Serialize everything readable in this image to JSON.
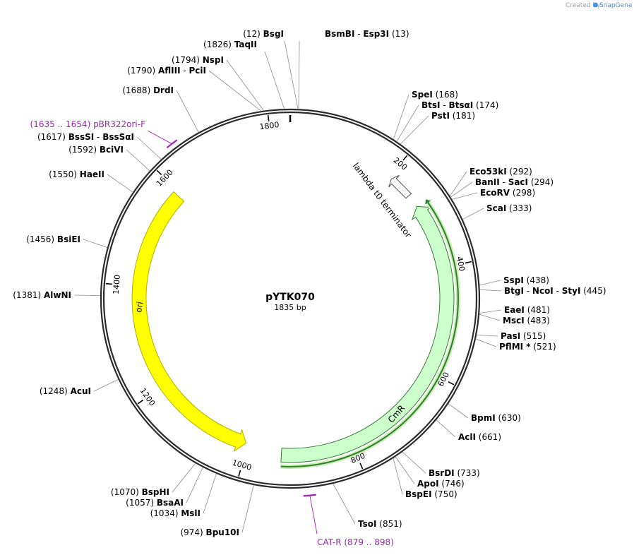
{
  "credit": {
    "prefix": "Created by",
    "brand": "SnapGene"
  },
  "plasmid": {
    "name": "pYTK070",
    "length_label": "1835 bp",
    "total_bp": 1835
  },
  "ticks": [
    {
      "bp": 200,
      "label": "200"
    },
    {
      "bp": 400,
      "label": "400"
    },
    {
      "bp": 600,
      "label": "600"
    },
    {
      "bp": 800,
      "label": "800"
    },
    {
      "bp": 1000,
      "label": "1000"
    },
    {
      "bp": 1200,
      "label": "1200"
    },
    {
      "bp": 1400,
      "label": "1400"
    },
    {
      "bp": 1600,
      "label": "1600"
    },
    {
      "bp": 1800,
      "label": "1800"
    }
  ],
  "features": [
    {
      "name": "ori",
      "start": 1004,
      "end": 1593,
      "direction": "reverse",
      "color": "#ffff00",
      "stroke": "#b0b000"
    },
    {
      "name": "CmR",
      "start": 275,
      "end": 934,
      "direction": "reverse",
      "color": "#ccffcc",
      "stroke": "#3a7a3a"
    },
    {
      "name": "lambda t0 terminator",
      "start": 205,
      "end": 250,
      "direction": "reverse",
      "color": "#ffffff",
      "stroke": "#555555"
    }
  ],
  "orf": {
    "start": 275,
    "end": 934,
    "color": "#2e7d32"
  },
  "sites": [
    {
      "bp": 12,
      "pos": "(12)",
      "names": [
        "BsgI"
      ],
      "side": "left"
    },
    {
      "bp": 13,
      "pos": "(13)",
      "names": [
        "BsmBI",
        "Esp3I"
      ],
      "side": "right"
    },
    {
      "bp": 168,
      "pos": "(168)",
      "names": [
        "SpeI"
      ],
      "side": "right"
    },
    {
      "bp": 174,
      "pos": "(174)",
      "names": [
        "BtsI",
        "BtsαI"
      ],
      "side": "right"
    },
    {
      "bp": 181,
      "pos": "(181)",
      "names": [
        "PstI"
      ],
      "side": "right"
    },
    {
      "bp": 292,
      "pos": "(292)",
      "names": [
        "Eco53kI"
      ],
      "side": "right"
    },
    {
      "bp": 294,
      "pos": "(294)",
      "names": [
        "BanII",
        "SacI"
      ],
      "side": "right"
    },
    {
      "bp": 298,
      "pos": "(298)",
      "names": [
        "EcoRV"
      ],
      "side": "right"
    },
    {
      "bp": 333,
      "pos": "(333)",
      "names": [
        "ScaI"
      ],
      "side": "right"
    },
    {
      "bp": 438,
      "pos": "(438)",
      "names": [
        "SspI"
      ],
      "side": "right"
    },
    {
      "bp": 445,
      "pos": "(445)",
      "names": [
        "BtgI",
        "NcoI",
        "StyI"
      ],
      "side": "right"
    },
    {
      "bp": 481,
      "pos": "(481)",
      "names": [
        "EaeI"
      ],
      "side": "right"
    },
    {
      "bp": 483,
      "pos": "(483)",
      "names": [
        "MscI"
      ],
      "side": "right"
    },
    {
      "bp": 515,
      "pos": "(515)",
      "names": [
        "PasI"
      ],
      "side": "right"
    },
    {
      "bp": 521,
      "pos": "(521)",
      "names": [
        "PflMI *"
      ],
      "side": "right"
    },
    {
      "bp": 630,
      "pos": "(630)",
      "names": [
        "BpmI"
      ],
      "side": "right"
    },
    {
      "bp": 661,
      "pos": "(661)",
      "names": [
        "AclI"
      ],
      "side": "right"
    },
    {
      "bp": 733,
      "pos": "(733)",
      "names": [
        "BsrDI"
      ],
      "side": "right"
    },
    {
      "bp": 746,
      "pos": "(746)",
      "names": [
        "ApoI"
      ],
      "side": "right"
    },
    {
      "bp": 750,
      "pos": "(750)",
      "names": [
        "BspEI"
      ],
      "side": "right"
    },
    {
      "bp": 851,
      "pos": "(851)",
      "names": [
        "TsoI"
      ],
      "side": "right"
    },
    {
      "bp": 974,
      "pos": "(974)",
      "names": [
        "Bpu10I"
      ],
      "side": "left"
    },
    {
      "bp": 1034,
      "pos": "(1034)",
      "names": [
        "MslI"
      ],
      "side": "left"
    },
    {
      "bp": 1057,
      "pos": "(1057)",
      "names": [
        "BsaAI"
      ],
      "side": "left"
    },
    {
      "bp": 1070,
      "pos": "(1070)",
      "names": [
        "BspHI"
      ],
      "side": "left"
    },
    {
      "bp": 1248,
      "pos": "(1248)",
      "names": [
        "AcuI"
      ],
      "side": "left"
    },
    {
      "bp": 1381,
      "pos": "(1381)",
      "names": [
        "AlwNI"
      ],
      "side": "left"
    },
    {
      "bp": 1456,
      "pos": "(1456)",
      "names": [
        "BsiEI"
      ],
      "side": "left"
    },
    {
      "bp": 1550,
      "pos": "(1550)",
      "names": [
        "HaeII"
      ],
      "side": "left"
    },
    {
      "bp": 1592,
      "pos": "(1592)",
      "names": [
        "BciVI"
      ],
      "side": "left"
    },
    {
      "bp": 1617,
      "pos": "(1617)",
      "names": [
        "BssSI",
        "BssSαI"
      ],
      "side": "left"
    },
    {
      "bp": 1688,
      "pos": "(1688)",
      "names": [
        "DrdI"
      ],
      "side": "left"
    },
    {
      "bp": 1790,
      "pos": "(1790)",
      "names": [
        "AflIII",
        "PciI"
      ],
      "side": "left"
    },
    {
      "bp": 1794,
      "pos": "(1794)",
      "names": [
        "NspI"
      ],
      "side": "left"
    },
    {
      "bp": 1826,
      "pos": "(1826)",
      "names": [
        "TaqII"
      ],
      "side": "left"
    }
  ],
  "primers": [
    {
      "name": "pBR322ori-F",
      "range": "(1635 .. 1654)",
      "start": 1635,
      "end": 1654,
      "color": "#9c27b0"
    },
    {
      "name": "CAT-R",
      "range": "(879 .. 898)",
      "start": 879,
      "end": 898,
      "color": "#9c27b0"
    }
  ]
}
